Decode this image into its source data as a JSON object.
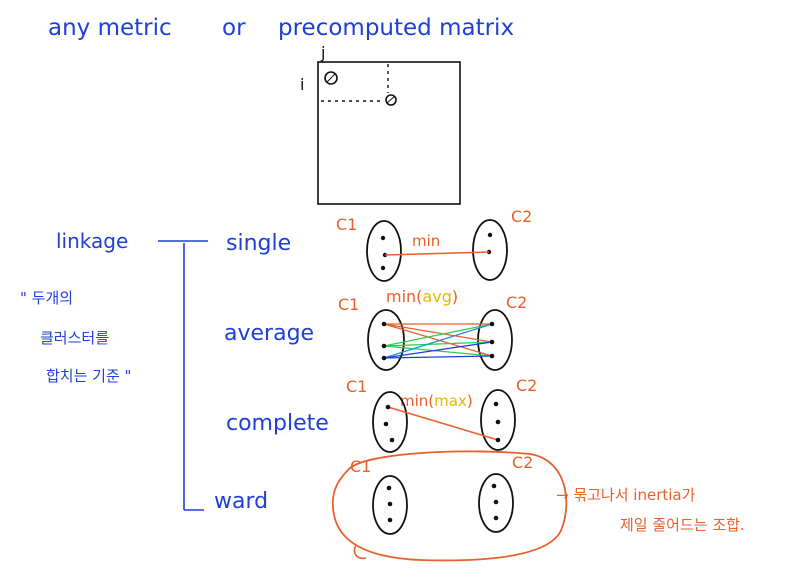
{
  "header": {
    "part1": "any metric",
    "part2": "or",
    "part3": "precomputed matrix"
  },
  "matrix": {
    "label_i": "i",
    "label_j": "j"
  },
  "linkage": {
    "title": "linkage",
    "note_lines": [
      "\" 두개의",
      "클러스터를",
      "합치는 기준 \""
    ],
    "methods": [
      {
        "name": "single",
        "cluster1": "C1",
        "cluster2": "C2",
        "rule": "min"
      },
      {
        "name": "average",
        "cluster1": "C1",
        "cluster2": "C2",
        "rule_prefix": "min",
        "rule_inner": "avg"
      },
      {
        "name": "complete",
        "cluster1": "C1",
        "cluster2": "C2",
        "rule_prefix": "min",
        "rule_inner": "max"
      },
      {
        "name": "ward",
        "cluster1": "C1",
        "cluster2": "C2"
      }
    ],
    "ward_note_lines": [
      "→ 묶고나서 inertia가",
      "제일 줄어드는 조합."
    ]
  },
  "colors": {
    "blue": "#1f3fd6",
    "orange": "#e8602c",
    "black": "#111111",
    "yellow": "#e6b800",
    "green": "#2ecc55",
    "lightblue": "#2a8de0"
  }
}
